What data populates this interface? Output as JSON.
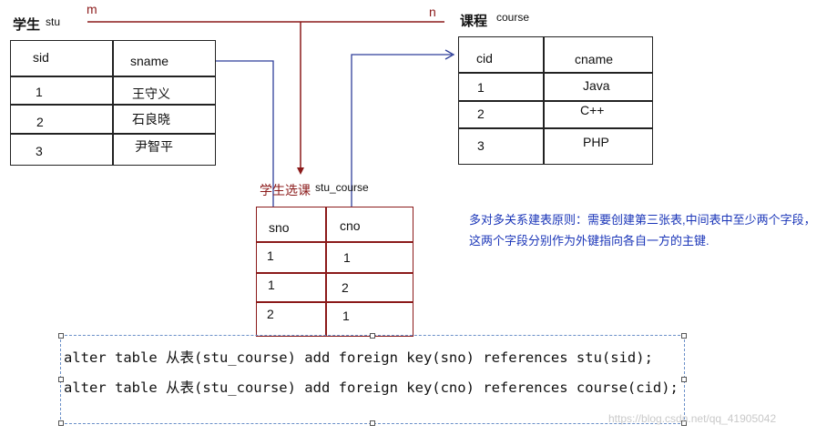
{
  "relation": {
    "m": "m",
    "n": "n"
  },
  "student_table": {
    "title": "学生",
    "name": "stu",
    "headers": [
      "sid",
      "sname"
    ],
    "rows": [
      [
        "1",
        "王守义"
      ],
      [
        "2",
        "石良晓"
      ],
      [
        "3",
        "尹智平"
      ]
    ]
  },
  "course_table": {
    "title": "课程",
    "name": "course",
    "headers": [
      "cid",
      "cname"
    ],
    "rows": [
      [
        "1",
        "Java"
      ],
      [
        "2",
        "C++"
      ],
      [
        "3",
        "PHP"
      ]
    ]
  },
  "middle_table": {
    "title": "学生选课",
    "name": "stu_course",
    "headers": [
      "sno",
      "cno"
    ],
    "rows": [
      [
        "1",
        "1"
      ],
      [
        "1",
        "2"
      ],
      [
        "2",
        "1"
      ]
    ]
  },
  "note": "多对多关系建表原则：需要创建第三张表,中间表中至少两个字段，这两个字段分别作为外键指向各自一方的主键.",
  "code": [
    "alter table 从表(stu_course) add foreign key(sno) references stu(sid);",
    "alter table 从表(stu_course) add foreign key(cno) references course(cid);"
  ],
  "watermark": "https://blog.csdn.net/qq_41905042",
  "colors": {
    "red": "#8b1a1a",
    "blue_line": "#2f3f9a",
    "note_blue": "#1a35b8"
  }
}
